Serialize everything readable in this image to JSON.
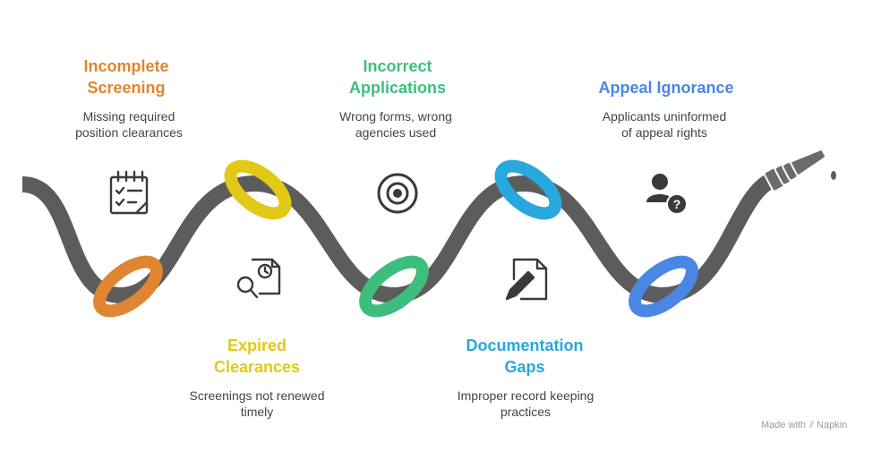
{
  "steps": [
    {
      "title": "Incomplete\nScreening",
      "description": "Missing required\nposition clearances",
      "color": "#E08532",
      "icon": "checklist-icon"
    },
    {
      "title": "Expired\nClearances",
      "description": "Screenings not renewed\ntimely",
      "color": "#E2C918",
      "icon": "document-search-clock-icon"
    },
    {
      "title": "Incorrect\nApplications",
      "description": "Wrong forms, wrong\nagencies used",
      "color": "#3EBE7C",
      "icon": "target-icon"
    },
    {
      "title": "Documentation\nGaps",
      "description": "Improper record keeping\npractices",
      "color": "#28A8DC",
      "icon": "document-edit-icon"
    },
    {
      "title": "Appeal Ignorance",
      "description": "Applicants uninformed\nof appeal rights",
      "color": "#4A86E4",
      "icon": "user-question-icon"
    }
  ],
  "watermark": {
    "prefix": "Made with",
    "brand": "Napkin"
  },
  "colors": {
    "hose": "#5C5C5C",
    "hose_fitting": "#6B6B6B",
    "icon": "#3A3A3A",
    "text": "#444444"
  }
}
